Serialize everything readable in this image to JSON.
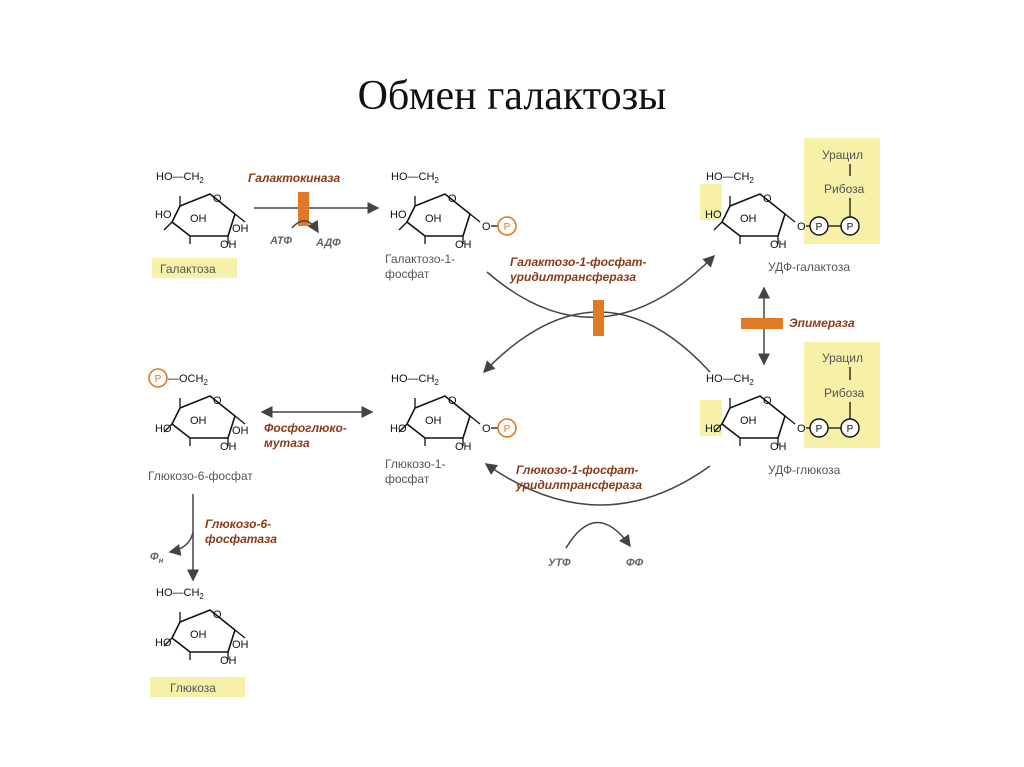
{
  "title": "Обмен галактозы",
  "colors": {
    "highlight": "#f6f0a8",
    "enzyme_bar": "#e07a26",
    "enzyme_text": "#8a3a1a",
    "label": "#555555"
  },
  "sugar": {
    "ch2": "HO—CH",
    "ch2_sub": "2",
    "oh": "OH",
    "ho": "HO",
    "o": "O",
    "och2_pre": "—OCH",
    "p": "P"
  },
  "nucleotide": {
    "uracil": "Урацил",
    "ribose": "Рибоза"
  },
  "molecules": {
    "galactose": "Галактоза",
    "gal1p_line1": "Галактозо-1-",
    "gal1p_line2": "фосфат",
    "udp_gal": "УДФ-галактоза",
    "glc6p": "Глюкозо-6-фосфат",
    "glc1p_line1": "Глюкозо-1-",
    "glc1p_line2": "фосфат",
    "udp_glc": "УДФ-глюкоза",
    "glucose": "Глюкоза"
  },
  "enzymes": {
    "galactokinase": "Галактокиназа",
    "galt_line1": "Галактозо-1-фосфат-",
    "galt_line2": "уридилтрансфераза",
    "epimerase": "Эпимераза",
    "pgm_line1": "Фосфоглюко-",
    "pgm_line2": "мутаза",
    "glc1p_ut_line1": "Глюкозо-1-фосфат-",
    "glc1p_ut_line2": "уридилтрансфераза",
    "g6pase_line1": "Глюкозо-6-",
    "g6pase_line2": "фосфатаза"
  },
  "cofactors": {
    "atp": "АТФ",
    "adp": "АДФ",
    "utp": "УТФ",
    "pp": "ФФ",
    "pi": "Ф",
    "pi_sub": "н"
  }
}
